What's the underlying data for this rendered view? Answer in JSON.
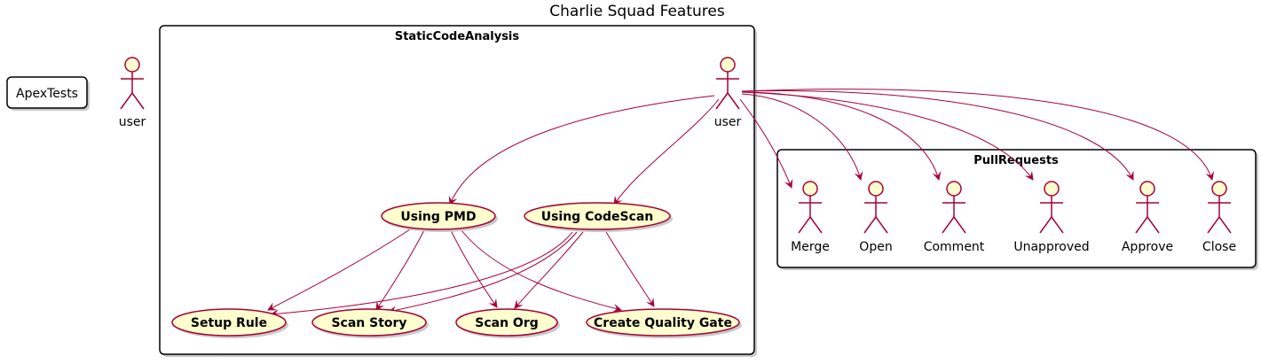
{
  "title": "Charlie Squad Features",
  "colors": {
    "accent": "#A80036",
    "node_fill": "#FEFECE",
    "border": "#000000",
    "background": "#ffffff"
  },
  "standalone": {
    "component": "ApexTests",
    "actor": "user"
  },
  "packages": {
    "static_code_analysis": {
      "title": "StaticCodeAnalysis",
      "actor": "user",
      "use_cases": {
        "using_pmd": "Using PMD",
        "using_codescan": "Using CodeScan",
        "setup_rule": "Setup Rule",
        "scan_story": "Scan Story",
        "scan_org": "Scan Org",
        "create_quality_gate": "Create Quality Gate"
      }
    },
    "pull_requests": {
      "title": "PullRequests",
      "actors": {
        "merge": "Merge",
        "open": "Open",
        "comment": "Comment",
        "unapproved": "Unapproved",
        "approve": "Approve",
        "close": "Close"
      }
    }
  },
  "relations": [
    {
      "from": "user",
      "to": "Using PMD"
    },
    {
      "from": "user",
      "to": "Using CodeScan"
    },
    {
      "from": "Using PMD",
      "to": "Setup Rule"
    },
    {
      "from": "Using PMD",
      "to": "Scan Story"
    },
    {
      "from": "Using PMD",
      "to": "Scan Org"
    },
    {
      "from": "Using PMD",
      "to": "Create Quality Gate"
    },
    {
      "from": "Using CodeScan",
      "to": "Setup Rule"
    },
    {
      "from": "Using CodeScan",
      "to": "Scan Story"
    },
    {
      "from": "Using CodeScan",
      "to": "Scan Org"
    },
    {
      "from": "Using CodeScan",
      "to": "Create Quality Gate"
    },
    {
      "from": "user",
      "to": "Merge"
    },
    {
      "from": "user",
      "to": "Open"
    },
    {
      "from": "user",
      "to": "Comment"
    },
    {
      "from": "user",
      "to": "Unapproved"
    },
    {
      "from": "user",
      "to": "Approve"
    },
    {
      "from": "user",
      "to": "Close"
    }
  ]
}
